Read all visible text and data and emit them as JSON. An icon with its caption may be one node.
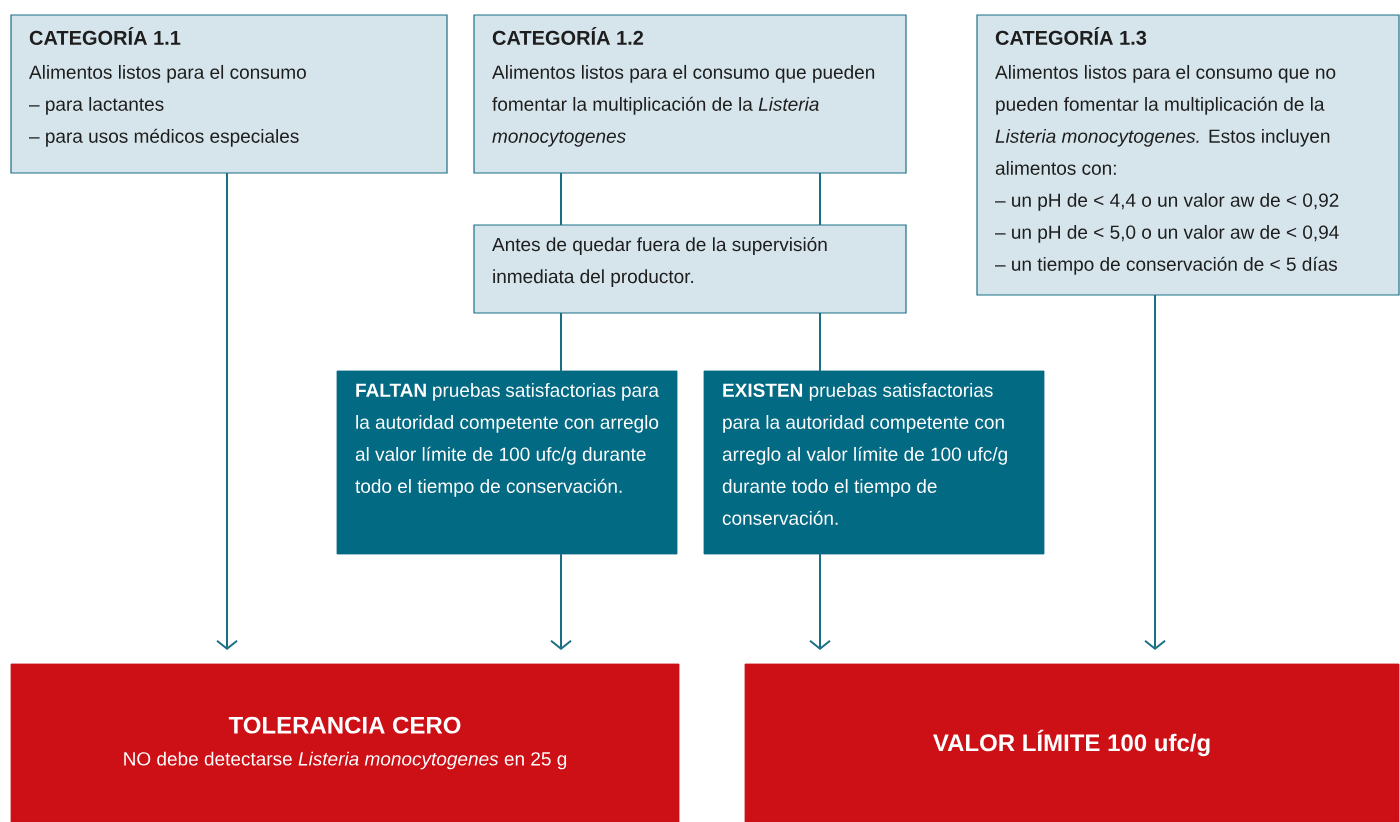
{
  "diagram": {
    "nodes": [
      {
        "text": [
          "CATEGORÍA 1.1",
          "Alimentos listos para el consumo",
          "– para lactantes",
          "– para usos médicos especiales"
        ]
      },
      {
        "text": [
          "CATEGORÍA 1.2",
          "Alimentos listos para el consumo que pueden fomentar la multiplicación de la *Listeria monocytogenes*"
        ]
      },
      {
        "text": [
          "CATEGORÍA 1.3",
          "Alimentos listos para el consumo que no pueden fomentar la multiplicación de la *Listeria monocytogenes.* Estos incluyen alimentos con:",
          "– un pH de < 4,4 o un valor aw de < 0,92",
          "– un pH de < 5,0 o un valor aw de < 0,94",
          "– un tiempo de conservación de < 5 días"
        ]
      },
      {
        "text": [
          "Antes de quedar fuera de la supervisión inmediata del productor."
        ]
      },
      {
        "text": [
          "**FALTAN** pruebas satisfactorias para la autoridad competente con arreglo al valor límite de 100 ufc/g durante todo el tiempo de conservación."
        ]
      },
      {
        "text": [
          "**EXISTEN** pruebas satisfactorias para la autoridad competente con arreglo al valor límite de 100 ufc/g durante todo el tiempo de conservación."
        ]
      },
      {
        "text": [
          "TOLERANCIA CERO",
          "NO debe detectarse *Listeria monocytogenes* en 25 g"
        ]
      },
      {
        "text": [
          "VALOR LÍMITE 100 ufc/g"
        ]
      }
    ],
    "edges": [
      {
        "from": 0,
        "to": 6,
        "arrow": "to"
      },
      {
        "from": 1,
        "to": 3,
        "arrow": "none"
      },
      {
        "from": 1,
        "to": 3,
        "arrow": "none"
      },
      {
        "from": 3,
        "to": 4,
        "arrow": "none"
      },
      {
        "from": 3,
        "to": 5,
        "arrow": "none"
      },
      {
        "from": 4,
        "to": 6,
        "arrow": "to"
      },
      {
        "from": 5,
        "to": 7,
        "arrow": "to"
      },
      {
        "from": 2,
        "to": 7,
        "arrow": "to"
      }
    ]
  }
}
